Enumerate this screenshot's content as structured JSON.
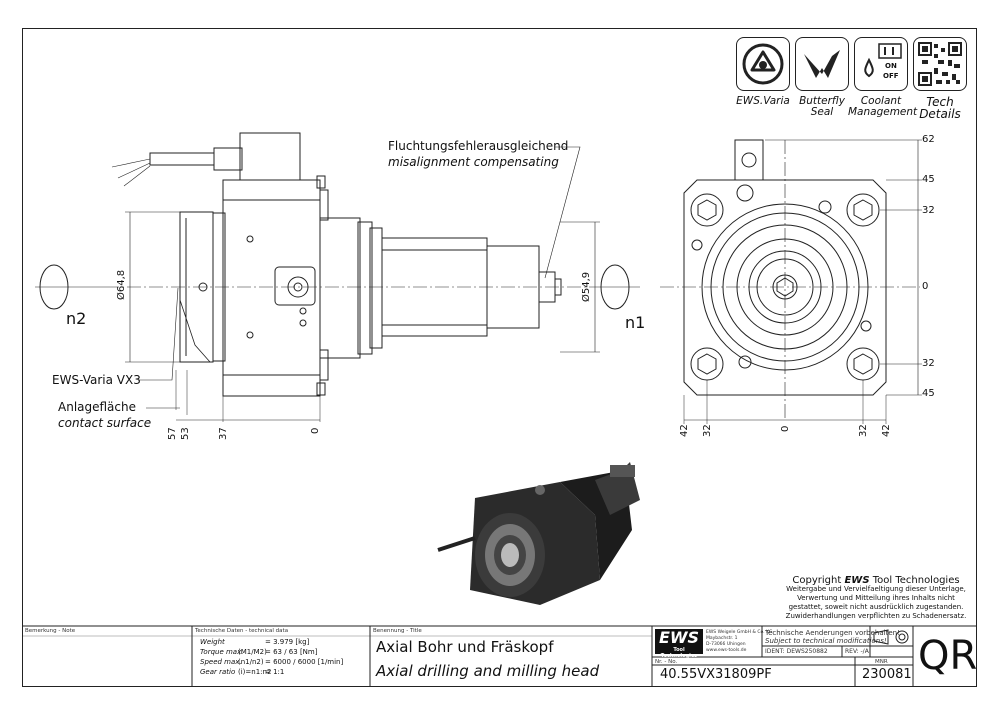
{
  "icons": [
    {
      "name": "ews-varia",
      "caption": "EWS.Varia"
    },
    {
      "name": "butterfly-seal",
      "caption": "Butterfly\nSeal"
    },
    {
      "name": "coolant-management",
      "caption": "Coolant\nManagement",
      "switch_on": "ON",
      "switch_off": "OFF"
    },
    {
      "name": "tech-details",
      "caption": "Tech\nDetails"
    }
  ],
  "annotations": {
    "misalign_de": "Fluchtungsfehlerausgleichend",
    "misalign_en": "misalignment compensating",
    "varia_label": "EWS-Varia VX3",
    "contact_de": "Anlagefläche",
    "contact_en": "contact surface",
    "n1": "n1",
    "n2": "n2"
  },
  "side_dims": {
    "dia_left": "Ø64,8",
    "dia_right": "Ø54,9",
    "bottom": [
      "57",
      "53",
      "37",
      "0"
    ]
  },
  "front_dims": {
    "right": [
      "62",
      "45",
      "32",
      "0",
      "32",
      "45"
    ],
    "bottom": [
      "42",
      "32",
      "0",
      "32",
      "42"
    ]
  },
  "copyright": {
    "title_prefix": "Copyright ",
    "title_brand": "EWS",
    "title_suffix": " Tool Technologies",
    "lines": [
      "Weitergabe und Vervielfaeltigung dieser Unterlage,",
      "Verwertung und Mitteilung ihres Inhalts nicht",
      "gestattet, soweit nicht ausdrücklich zugestanden.",
      "Zuwiderhandlungen verpflichten zu Schadenersatz."
    ]
  },
  "titleblock": {
    "note_label": "Bemerkung - Note",
    "tech_label": "Technische Daten - technical data",
    "tech_rows": [
      {
        "k": "Weight",
        "u": "",
        "v": "=  3.979 [kg]"
      },
      {
        "k": "Torque max.",
        "u": "(M1/M2)",
        "v": "=  63 / 63 [Nm]"
      },
      {
        "k": "Speed max.",
        "u": "(n1/n2)",
        "v": "=  6000 / 6000 [1/min]"
      },
      {
        "k": "Gear ratio",
        "u": "(i)=n1:n2",
        "v": "=  1:1"
      }
    ],
    "title_label": "Benennung - Title",
    "title_de": "Axial Bohr und Fräskopf",
    "title_en": "Axial drilling and milling head",
    "logo": "EWS",
    "logo_sub": "Tool Technologies",
    "company": [
      "EWS Weigele GmbH & Co. KG",
      "Maybachstr. 1",
      "D-73066 Uhingen",
      "www.ews-tools.de"
    ],
    "change_de": "Technische Aenderungen vorbehalten!",
    "change_en": "Subject to technical modifications!",
    "ident": "IDENT:  DEWS250882",
    "rev": "REV:   -/A",
    "nr_label": "Nr. - No.",
    "part_no": "40.55VX31809PF",
    "mnr_label": "MNR",
    "mnr": "230081",
    "qr": "QR"
  }
}
